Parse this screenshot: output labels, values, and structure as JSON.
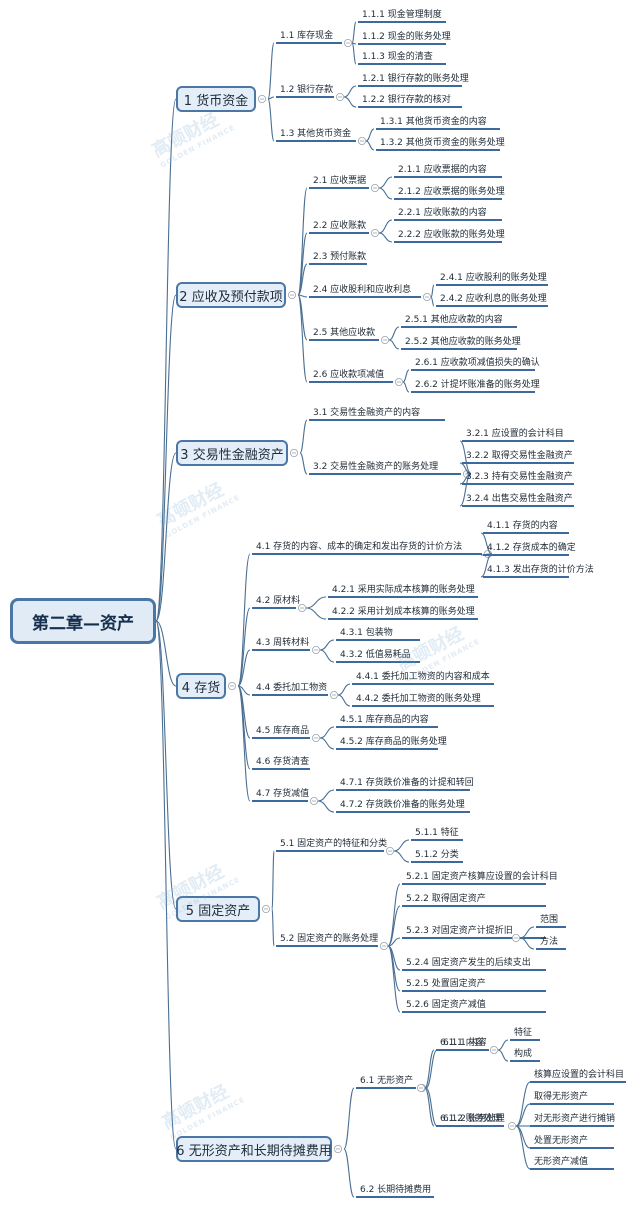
{
  "root": "第二章—资产",
  "watermark": {
    "name": "高顿财经",
    "sub": "GOLDEN FINANCE"
  },
  "sections": [
    {
      "label": "1 货币资金",
      "items": [
        {
          "label": "1.1 库存现金",
          "children": [
            "1.1.1 现金管理制度",
            "1.1.2 现金的账务处理",
            "1.1.3 现金的清查"
          ]
        },
        {
          "label": "1.2 银行存款",
          "children": [
            "1.2.1 银行存款的账务处理",
            "1.2.2 银行存款的核对"
          ]
        },
        {
          "label": "1.3 其他货币资金",
          "children": [
            "1.3.1 其他货币资金的内容",
            "1.3.2 其他货币资金的账务处理"
          ]
        }
      ]
    },
    {
      "label": "2 应收及预付款项",
      "items": [
        {
          "label": "2.1 应收票据",
          "children": [
            "2.1.1 应收票据的内容",
            "2.1.2 应收票据的账务处理"
          ]
        },
        {
          "label": "2.2 应收账款",
          "children": [
            "2.2.1 应收账款的内容",
            "2.2.2 应收账款的账务处理"
          ]
        },
        {
          "label": "2.3 预付账款",
          "children": []
        },
        {
          "label": "2.4 应收股利和应收利息",
          "children": [
            "2.4.1 应收股利的账务处理",
            "2.4.2 应收利息的账务处理"
          ]
        },
        {
          "label": "2.5 其他应收款",
          "children": [
            "2.5.1 其他应收款的内容",
            "2.5.2 其他应收款的账务处理"
          ]
        },
        {
          "label": "2.6 应收款项减值",
          "children": [
            "2.6.1 应收款项减值损失的确认",
            "2.6.2 计提坏账准备的账务处理"
          ]
        }
      ]
    },
    {
      "label": "3 交易性金融资产",
      "items": [
        {
          "label": "3.1 交易性金融资产的内容",
          "children": []
        },
        {
          "label": "3.2 交易性金融资产的账务处理",
          "children": [
            "3.2.1 应设置的会计科目",
            "3.2.2 取得交易性金融资产",
            "3.2.3 持有交易性金融资产",
            "3.2.4 出售交易性金融资产"
          ]
        }
      ]
    },
    {
      "label": "4 存货",
      "items": [
        {
          "label": "4.1 存货的内容、成本的确定和发出存货的计价方法",
          "children": [
            "4.1.1 存货的内容",
            "4.1.2 存货成本的确定",
            "4.1.3 发出存货的计价方法"
          ]
        },
        {
          "label": "4.2 原材料",
          "children": [
            "4.2.1 采用实际成本核算的账务处理",
            "4.2.2 采用计划成本核算的账务处理"
          ]
        },
        {
          "label": "4.3 周转材料",
          "children": [
            "4.3.1 包装物",
            "4.3.2 低值易耗品"
          ]
        },
        {
          "label": "4.4 委托加工物资",
          "children": [
            "4.4.1 委托加工物资的内容和成本",
            "4.4.2 委托加工物资的账务处理"
          ]
        },
        {
          "label": "4.5 库存商品",
          "children": [
            "4.5.1 库存商品的内容",
            "4.5.2 库存商品的账务处理"
          ]
        },
        {
          "label": "4.6 存货清查",
          "children": []
        },
        {
          "label": "4.7 存货减值",
          "children": [
            "4.7.1 存货跌价准备的计提和转回",
            "4.7.2 存货跌价准备的账务处理"
          ]
        }
      ]
    },
    {
      "label": "5 固定资产",
      "items": [
        {
          "label": "5.1 固定资产的特征和分类",
          "children": [
            "5.1.1 特征",
            "5.1.2 分类"
          ]
        },
        {
          "label": "5.2 固定资产的账务处理",
          "children": [
            "5.2.1 固定资产核算应设置的会计科目",
            "5.2.2 取得固定资产",
            "5.2.3 对固定资产计提折旧",
            "5.2.4 固定资产发生的后续支出",
            "5.2.5 处置固定资产",
            "5.2.6 固定资产减值"
          ],
          "sub": [
            "范围",
            "方法"
          ]
        }
      ]
    },
    {
      "label": "6 无形资产和长期待摊费用",
      "items": [
        {
          "label": "6.1 无形资产",
          "children": [
            "6.1.1 内容",
            "6.1.2 账务处理"
          ],
          "sub_content": [
            "特征",
            "构成"
          ],
          "sub_accounting": [
            "核算应设置的会计科目",
            "取得无形资产",
            "对无形资产进行摊销",
            "处置无形资产",
            "无形资产减值"
          ]
        },
        {
          "label": "6.2 长期待摊费用",
          "children": []
        }
      ]
    }
  ]
}
